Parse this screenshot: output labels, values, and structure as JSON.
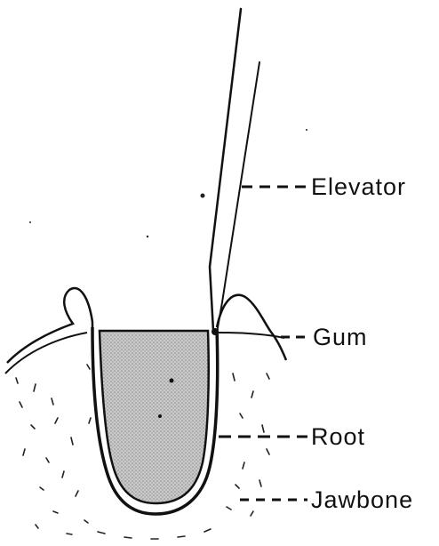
{
  "diagram": {
    "labels": {
      "elevator": "Elevator",
      "gum": "Gum",
      "root": "Root",
      "jawbone": "Jawbone"
    }
  },
  "colors": {
    "ink": "#111111",
    "root_fill": "#bdbdbd",
    "background": "#ffffff"
  }
}
